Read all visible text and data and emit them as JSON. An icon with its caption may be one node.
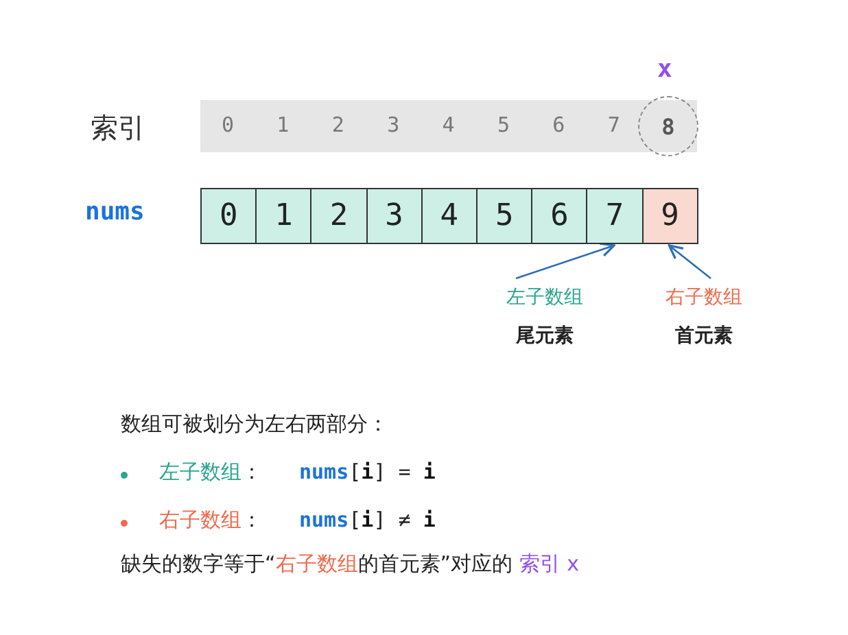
{
  "diagram": {
    "nodes": [
      {
        "text": [
          "0"
        ]
      },
      {
        "text": [
          "1"
        ]
      },
      {
        "text": [
          "2"
        ]
      },
      {
        "text": [
          "3"
        ]
      },
      {
        "text": [
          "4"
        ]
      },
      {
        "text": [
          "5"
        ]
      },
      {
        "text": [
          "6"
        ]
      },
      {
        "text": [
          "7"
        ]
      },
      {
        "text": [
          "9"
        ]
      },
      {
        "text": [
          "左子数组",
          "尾元素"
        ]
      },
      {
        "text": [
          "右子数组",
          "首元素"
        ]
      },
      {
        "text": [
          "8"
        ],
        "beside": [
          "x"
        ]
      }
    ],
    "edges": [
      {
        "from": 9,
        "to": 7,
        "arrow": "to"
      },
      {
        "from": 10,
        "to": 8,
        "arrow": "to"
      }
    ],
    "labels": [
      "索引",
      "0",
      "1",
      "2",
      "3",
      "4",
      "5",
      "6",
      "7",
      "nums",
      "数组可被划分为左右两部分：",
      "**左子数组**：",
      "**nums**[**i**] = **i**",
      "**右子数组**：",
      "**nums**[**i**] ≠ **i**",
      "缺失的数字等于“**右子数组**的首元素”对应的 **索引 x**"
    ]
  }
}
